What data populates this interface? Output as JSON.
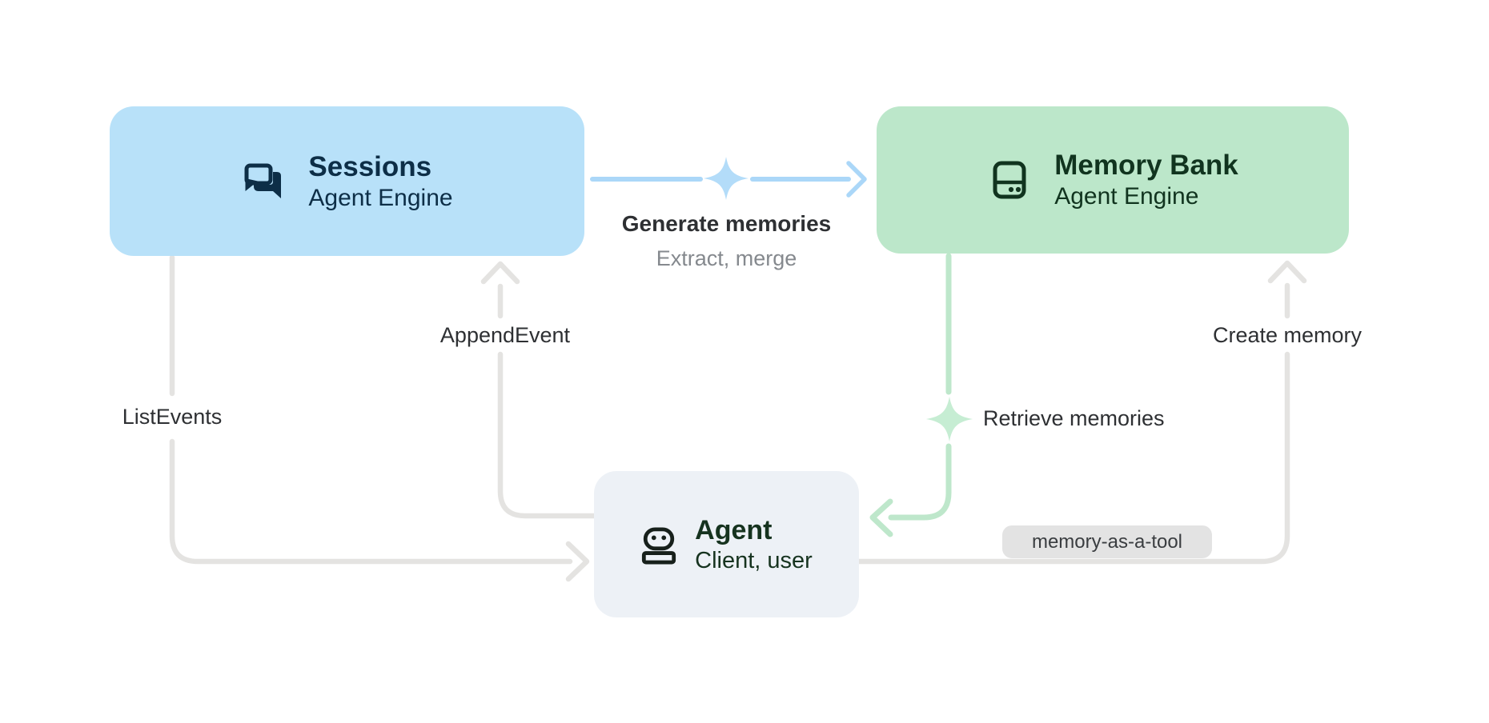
{
  "diagram": {
    "background": "#ffffff",
    "nodes": {
      "sessions": {
        "title": "Sessions",
        "subtitle": "Agent Engine",
        "bg_color": "#b8e1f9",
        "text_color": "#0d2e47",
        "icon": "chat-bubbles-icon"
      },
      "memory_bank": {
        "title": "Memory Bank",
        "subtitle": "Agent Engine",
        "bg_color": "#bce7ca",
        "text_color": "#11341f",
        "icon": "storage-icon"
      },
      "agent": {
        "title": "Agent",
        "subtitle": "Client, user",
        "bg_color": "#edf1f6",
        "text_color": "#16331f",
        "icon": "robot-icon"
      }
    },
    "edges": {
      "generate_memories": {
        "label": "Generate memories",
        "sublabel": "Extract, merge",
        "from": "sessions",
        "to": "memory_bank",
        "color": "#abd7f8",
        "sparkle": true
      },
      "append_event": {
        "label": "AppendEvent",
        "from": "agent",
        "to": "sessions",
        "color": "#e4e3e1"
      },
      "list_events": {
        "label": "ListEvents",
        "from": "sessions",
        "to": "agent",
        "color": "#e4e3e1"
      },
      "retrieve_memories": {
        "label": "Retrieve memories",
        "from": "memory_bank",
        "to": "agent",
        "color": "#bee7cb",
        "sparkle": true
      },
      "create_memory": {
        "label": "Create memory",
        "from": "agent",
        "to": "memory_bank",
        "color": "#e4e3e1",
        "badge": "memory-as-a-tool"
      }
    },
    "badge": {
      "label": "memory-as-a-tool",
      "bg_color": "#e3e3e3",
      "text_color": "#3a3d40"
    },
    "label_colors": {
      "primary": "#2e3033",
      "secondary": "#85898e"
    }
  }
}
